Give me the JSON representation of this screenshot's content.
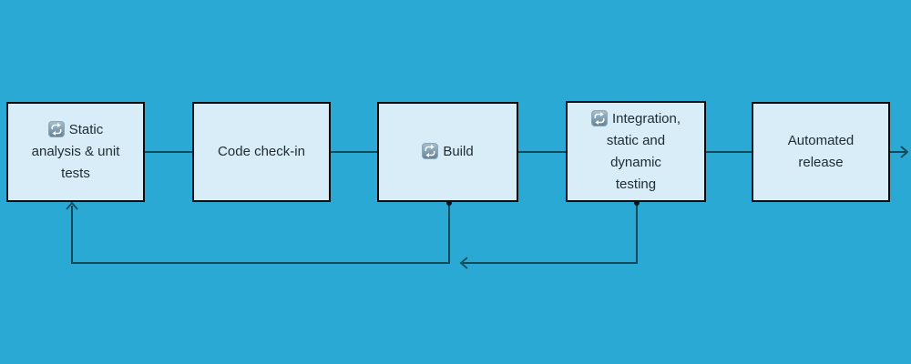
{
  "nodes": [
    {
      "id": "static-analysis",
      "label": "Static\nanalysis & unit\ntests",
      "icon": "repeat-icon"
    },
    {
      "id": "code-check-in",
      "label": "Code check-in"
    },
    {
      "id": "build",
      "label": "Build",
      "icon": "repeat-icon"
    },
    {
      "id": "integration-testing",
      "label": "Integration,\nstatic and\ndynamic\ntesting",
      "icon": "repeat-icon"
    },
    {
      "id": "automated-release",
      "label": "Automated\nrelease"
    }
  ],
  "edges": [
    {
      "from": "static-analysis",
      "to": "code-check-in",
      "style": "plain-line"
    },
    {
      "from": "code-check-in",
      "to": "build",
      "style": "plain-line"
    },
    {
      "from": "build",
      "to": "integration-testing",
      "style": "plain-line"
    },
    {
      "from": "integration-testing",
      "to": "automated-release",
      "style": "plain-line"
    },
    {
      "from": "automated-release",
      "to": "right-edge-offscreen",
      "style": "arrow-right"
    },
    {
      "from": "build",
      "to": "static-analysis",
      "style": "feedback-loop-arrow-up"
    },
    {
      "from": "integration-testing",
      "to": "build-feedback-line",
      "style": "feedback-loop-arrow-left"
    }
  ],
  "colors": {
    "background": "#29a9d4",
    "node_fill": "#d8edf7",
    "node_border": "#0d0d0d",
    "connector": "#134b5c",
    "text": "#1e2b33",
    "icon_fill_top": "#a9bfce",
    "icon_fill_bottom": "#5f8298",
    "icon_glyph": "#ffffff"
  }
}
